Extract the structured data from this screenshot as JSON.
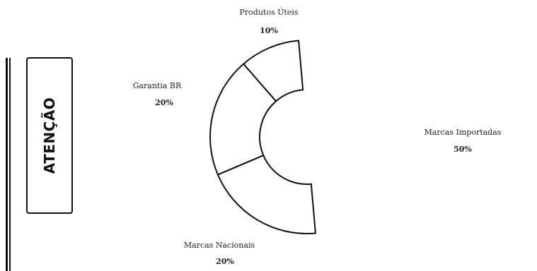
{
  "warning_label": "ATENÇÃO",
  "chart_data": {
    "type": "pie",
    "style": "donut",
    "title": "",
    "slices": [
      {
        "label": "Produtos Úteis",
        "value": 10,
        "value_label": "10%"
      },
      {
        "label": "Garantia BR",
        "value": 20,
        "value_label": "20%"
      },
      {
        "label": "Marcas Nacionais",
        "value": 20,
        "value_label": "20%"
      },
      {
        "label": "Marcas Importadas",
        "value": 50,
        "value_label": "50%"
      }
    ],
    "colors": {
      "slice_fill": "#ffffff",
      "stroke": "#111111"
    }
  }
}
